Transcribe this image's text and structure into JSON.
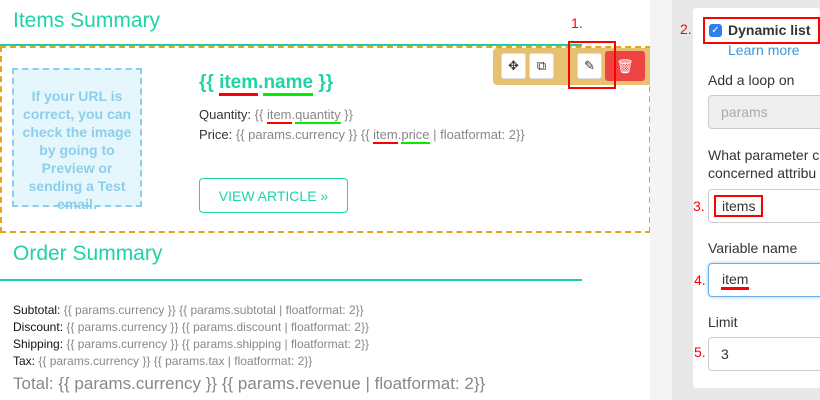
{
  "canvas": {
    "items_title": "Items Summary",
    "image_placeholder": "If your URL is correct, you can check the image by going to Preview or sending a Test email.",
    "item_name": {
      "open": "{{ ",
      "obj": "item",
      ".": ".",
      "field": "name",
      "close": " }}"
    },
    "quantity": {
      "label": "Quantity:",
      "pre": " {{ ",
      "obj": "item",
      "field": "quantity",
      "post": " }}"
    },
    "price": {
      "label": "Price:",
      "pre": " {{ params.currency }} {{ ",
      "obj": "item",
      "field": "price",
      "post": " | floatformat: 2}}"
    },
    "view_article": "VIEW ARTICLE »",
    "order_title": "Order Summary",
    "order_lines": [
      {
        "label": "Subtotal:",
        "value": " {{ params.currency }} {{ params.subtotal | floatformat: 2}}"
      },
      {
        "label": "Discount:",
        "value": " {{ params.currency }} {{ params.discount | floatformat: 2}}"
      },
      {
        "label": "Shipping:",
        "value": " {{ params.currency }} {{ params.shipping | floatformat: 2}}"
      },
      {
        "label": "Tax:",
        "value": " {{ params.currency }} {{ params.tax | floatformat: 2}}"
      }
    ],
    "total": "Total: {{ params.currency }} {{ params.revenue | floatformat: 2}}",
    "toolbar": {
      "move": "move-icon",
      "duplicate": "duplicate-icon",
      "edit": "pencil-icon",
      "delete": "trash-icon"
    }
  },
  "annotations": [
    "1.",
    "2.",
    "3.",
    "4.",
    "5."
  ],
  "panel": {
    "dynamic_list": "Dynamic list",
    "dynamic_list_checked": true,
    "learn_more": "Learn more",
    "loop_label": "Add a loop on",
    "loop_value": "params",
    "param_label_1": "What parameter c",
    "param_label_2": "concerned attribu",
    "param_value": "items",
    "var_label": "Variable name",
    "var_value": "item",
    "limit_label": "Limit",
    "limit_value": "3"
  },
  "colors": {
    "accent": "#1ed3a4",
    "selection": "#e8a21c",
    "delete": "#ef4444",
    "highlight": "#ff0000",
    "underline_green": "#00ee00"
  }
}
